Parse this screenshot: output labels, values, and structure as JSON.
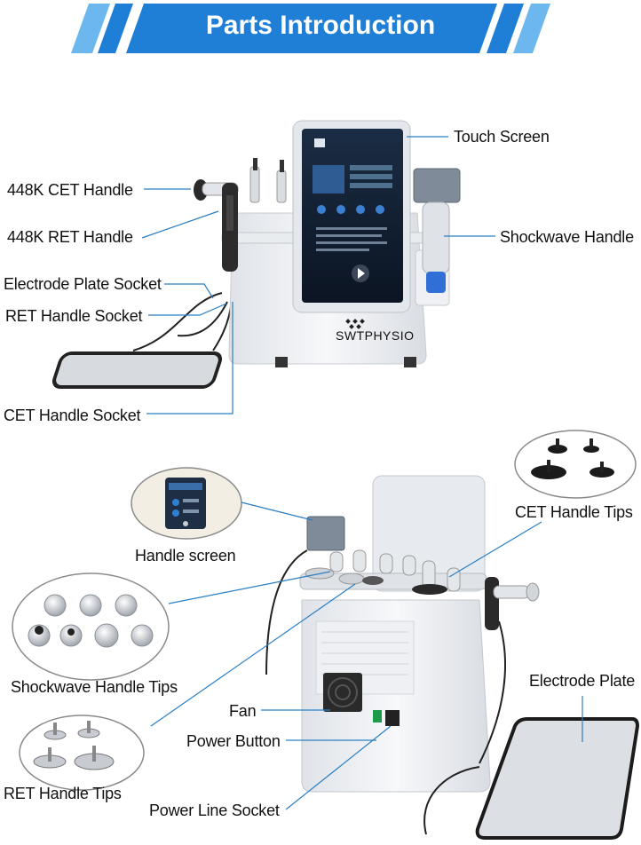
{
  "header": {
    "title": "Parts Introduction"
  },
  "device": {
    "brand": "SWTPHYSIO"
  },
  "labels": {
    "touch_screen": "Touch Screen",
    "cet_handle": "448K CET Handle",
    "ret_handle": "448K RET Handle",
    "shockwave_handle": "Shockwave Handle",
    "electrode_plate_socket": "Electrode Plate Socket",
    "ret_handle_socket": "RET Handle Socket",
    "cet_handle_socket": "CET Handle Socket",
    "handle_screen": "Handle screen",
    "cet_handle_tips": "CET Handle Tips",
    "shockwave_handle_tips": "Shockwave Handle Tips",
    "ret_handle_tips": "RET Handle Tips",
    "fan": "Fan",
    "power_button": "Power Button",
    "power_line_socket": "Power Line Socket",
    "electrode_plate": "Electrode Plate"
  },
  "colors": {
    "header_blue": "#1f7fd6",
    "stripe_light": "#6cb8ee",
    "leader_line": "#2a7fc4",
    "device_body": "#f1f3f6",
    "screen_dark": "#0e1a2b"
  }
}
